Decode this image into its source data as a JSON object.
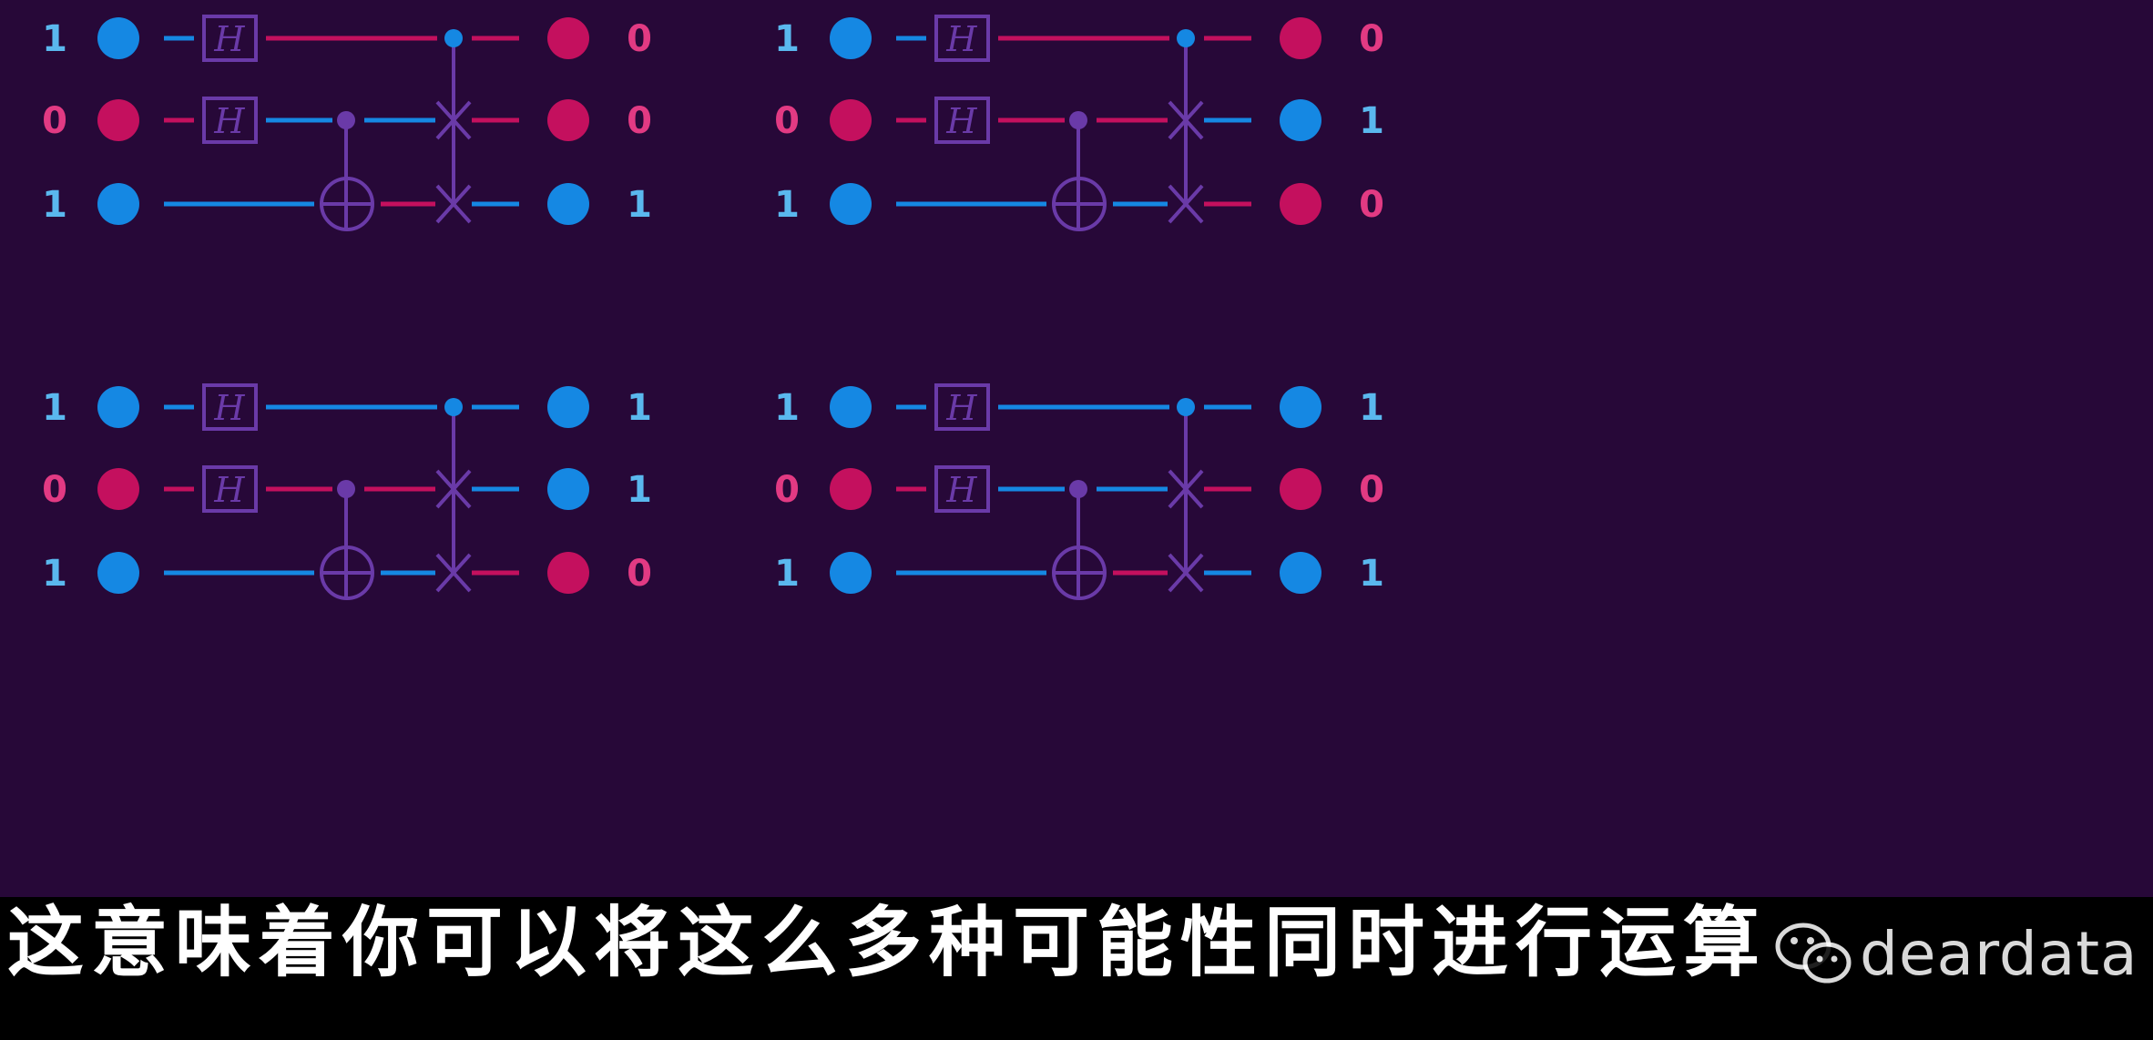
{
  "colors": {
    "background": "#270838",
    "one": "#1588e3",
    "zero": "#c4105e",
    "one_label": "#5ab8ee",
    "zero_label": "#e23a83",
    "gate": "#6a3aa8",
    "subtitle_bar": "#000000",
    "subtitle_text": "#ffffff"
  },
  "circuits": [
    {
      "inputs": [
        "1",
        "0",
        "1"
      ],
      "outputs": [
        "0",
        "0",
        "1"
      ]
    },
    {
      "inputs": [
        "1",
        "0",
        "1"
      ],
      "outputs": [
        "0",
        "1",
        "0"
      ]
    },
    {
      "inputs": [
        "1",
        "0",
        "1"
      ],
      "outputs": [
        "1",
        "1",
        "0"
      ]
    },
    {
      "inputs": [
        "1",
        "0",
        "1"
      ],
      "outputs": [
        "1",
        "0",
        "1"
      ]
    }
  ],
  "gate_label": "H",
  "subtitle": "这意味着你可以将这么多种可能性同时进行运算",
  "watermark": {
    "icon": "wechat-icon",
    "text": "deardata"
  }
}
